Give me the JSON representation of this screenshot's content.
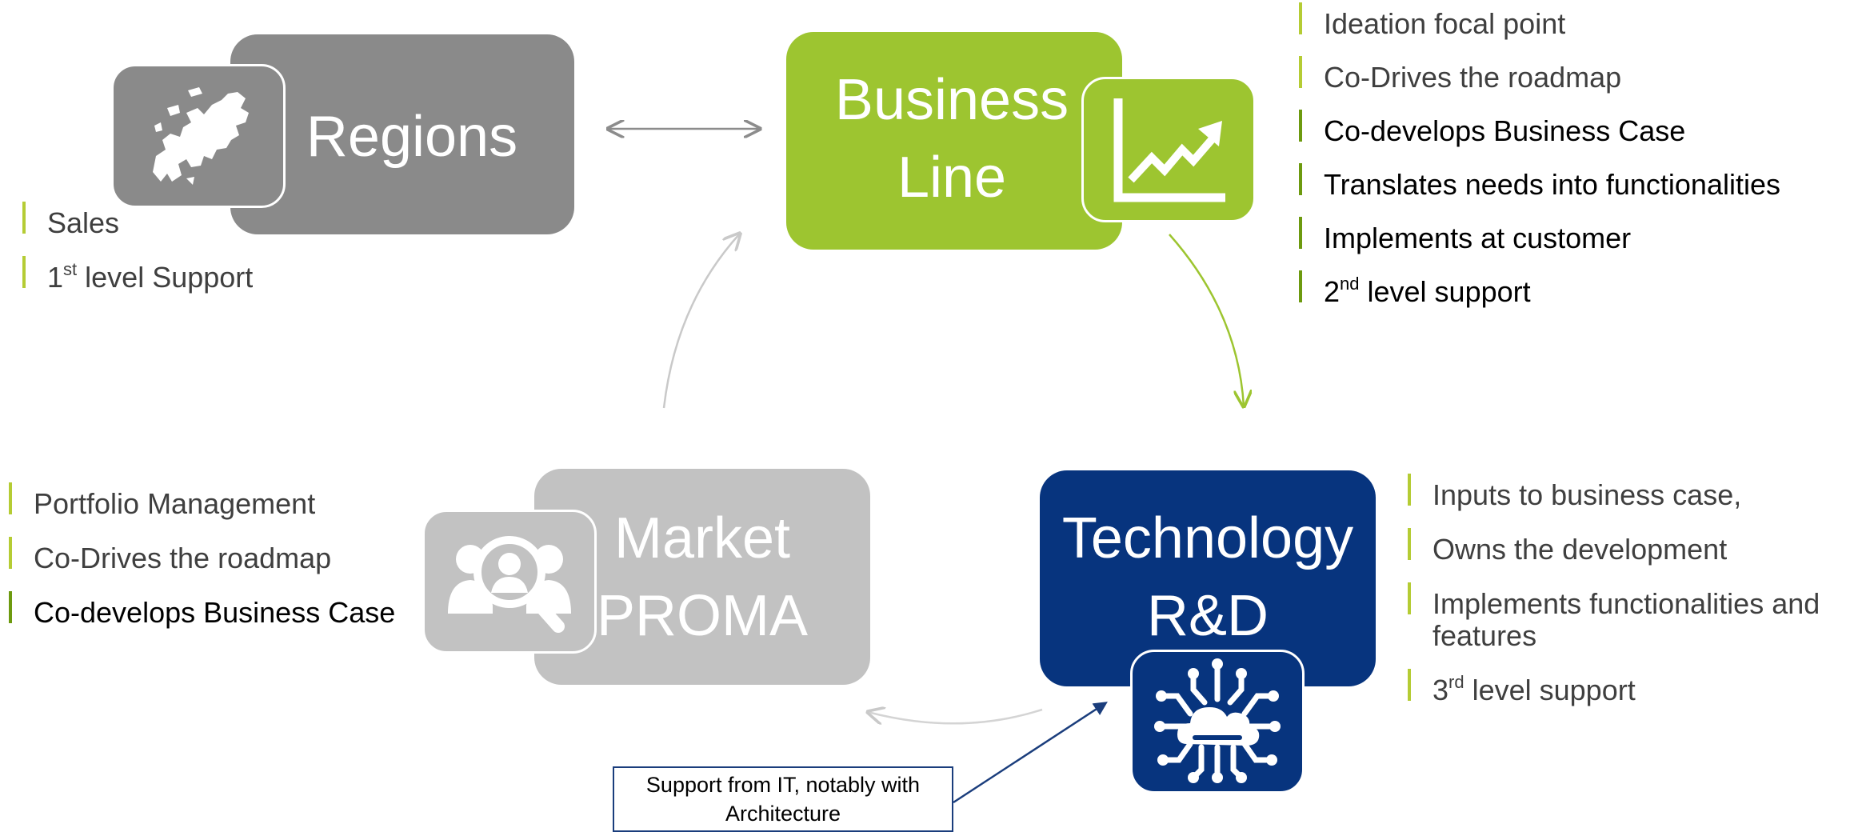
{
  "boxes": {
    "regions": {
      "title": "Regions",
      "color": "#8a8a8a",
      "tile_color": "#8a8a8a",
      "icon": "europe-map-icon"
    },
    "business_line": {
      "title_line1": "Business",
      "title_line2": "Line",
      "color": "#9dc530",
      "icon": "rising-chart-icon"
    },
    "market_proma": {
      "title_line1": "Market",
      "title_line2": "PROMA",
      "color": "#c2c2c2",
      "icon": "people-search-icon"
    },
    "technology": {
      "title_line1": "Technology",
      "title_line2": "R&D",
      "color": "#07347e",
      "icon": "cloud-network-icon"
    }
  },
  "regions_bullets": [
    {
      "text": "Sales"
    },
    {
      "prefix": "1",
      "sup": "st",
      "text": " level Support"
    }
  ],
  "business_bullets": [
    {
      "text": "Ideation focal point"
    },
    {
      "text": "Co-Drives the roadmap"
    },
    {
      "text": "Co-develops Business Case"
    },
    {
      "text": "Translates needs into functionalities"
    },
    {
      "text": "Implements at customer"
    },
    {
      "prefix": "2",
      "sup": "nd",
      "text": " level support"
    }
  ],
  "market_bullets": [
    {
      "text": "Portfolio Management"
    },
    {
      "text": "Co-Drives the roadmap"
    },
    {
      "text": "Co-develops Business Case"
    }
  ],
  "technology_bullets": [
    {
      "text": "Inputs to business case,"
    },
    {
      "text": "Owns the development"
    },
    {
      "text": "Implements functionalities and"
    },
    {
      "text": "features"
    },
    {
      "prefix": "3",
      "sup": "rd",
      "text": " level support"
    }
  ],
  "support_note": "Support from IT, notably with Architecture",
  "colors": {
    "accent_bullet": "#b5cc34",
    "arrow_gray": "#8c8c8c",
    "arrow_green": "#9dc530",
    "arrow_light": "#d4d4d4",
    "navy": "#1a3d7c"
  }
}
